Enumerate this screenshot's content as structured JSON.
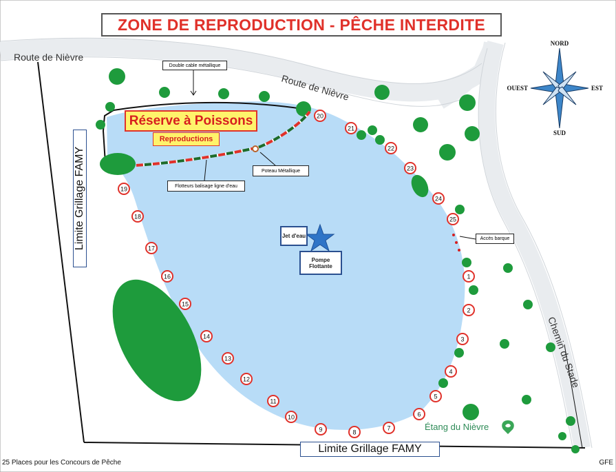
{
  "title": "ZONE DE REPRODUCTION  -  PÊCHE INTERDITE",
  "roads": {
    "nievre_left": "Route de Nièvre",
    "nievre_diag": "Route de Nièvre",
    "stade": "Chemin du Stade"
  },
  "reserve": {
    "title": "Réserve à Poissons",
    "subtitle": "Reproductions"
  },
  "callouts": {
    "cable": "Double cable métallique",
    "poteau": "Poteau Métallique",
    "flotteurs": "Flotteurs balisage ligne d'eau",
    "jet": "Jet d'eau",
    "pompe": "Pompe Flottante",
    "barque": "Accès barque"
  },
  "limits": {
    "left": "Limite Grillage FAMY",
    "bottom": "Limite Grillage FAMY"
  },
  "compass": {
    "n": "NORD",
    "s": "SUD",
    "e": "EST",
    "w": "OUEST"
  },
  "pond_name": "Étang du Nièvre",
  "footer_left": "25 Places pour les Concours de Pêche",
  "footer_right": "GFE",
  "places": [
    "1",
    "2",
    "3",
    "4",
    "5",
    "6",
    "7",
    "8",
    "9",
    "10",
    "11",
    "12",
    "13",
    "14",
    "15",
    "16",
    "17",
    "18",
    "19",
    "20",
    "21",
    "22",
    "23",
    "24",
    "25"
  ],
  "colors": {
    "water": "#b8dcf7",
    "tree": "#1e9b3c",
    "place_ring": "#e0312a",
    "title": "#e0312a",
    "compass": "#3d86c9"
  }
}
